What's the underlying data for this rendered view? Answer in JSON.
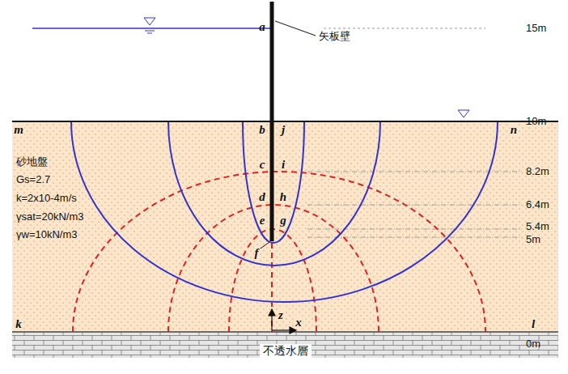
{
  "diagram": {
    "nodes": [
      {
        "text": [
          "不透水層"
        ]
      }
    ],
    "labels": [
      "a",
      "b",
      "j",
      "c",
      "i",
      "d",
      "h",
      "e",
      "g",
      "f",
      "m",
      "n",
      "k",
      "l",
      "z",
      "x",
      "15m",
      "10m",
      "8.2m",
      "6.4m",
      "5.4m",
      "5m",
      "0m",
      "矢板壁",
      "砂地盤",
      "Gs=2.7",
      "k=2x10-4m/s",
      "γsat=20kN/m3",
      "γw=10kN/m3"
    ]
  }
}
